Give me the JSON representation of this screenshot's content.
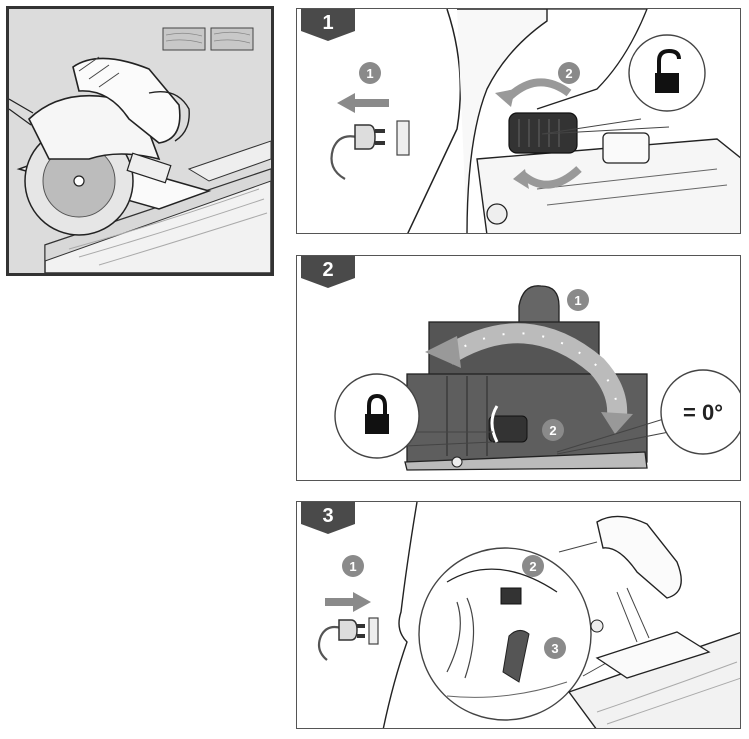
{
  "overview": {},
  "steps": [
    {
      "number": "1",
      "markers": [
        "1",
        "2"
      ]
    },
    {
      "number": "2",
      "markers": [
        "1",
        "2"
      ],
      "angle_label": "= 0°"
    },
    {
      "number": "3",
      "markers": [
        "1",
        "2",
        "3"
      ]
    }
  ],
  "icons": {
    "step1": [
      "unlocked-padlock-icon",
      "unplug-arrow-icon",
      "power-plug-icon",
      "rotate-arrows-icon"
    ],
    "step2": [
      "locked-padlock-icon",
      "tilt-arc-arrow-icon"
    ],
    "step3": [
      "plug-in-arrow-icon",
      "power-plug-icon"
    ]
  },
  "colors": {
    "badge": "#4a4a4a",
    "marker": "#8a8a8a",
    "overview_bg": "#dcdcdc",
    "wood": "#e8e8e8"
  }
}
